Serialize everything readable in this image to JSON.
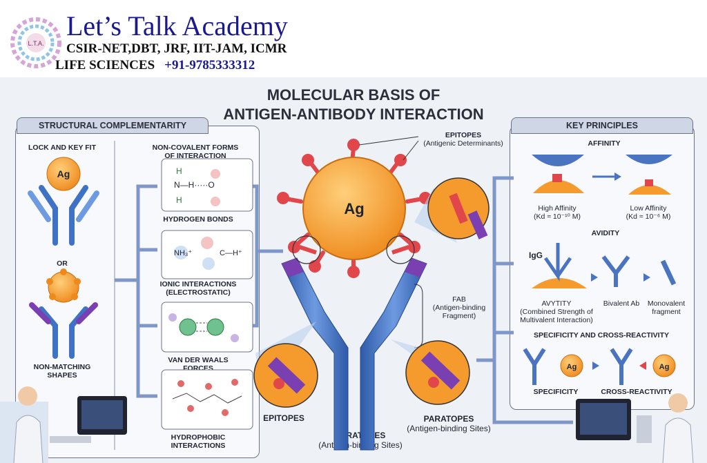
{
  "header": {
    "title": "Let’s Talk Academy",
    "line1": "CSIR-NET,DBT, JRF, IIT-JAM, ICMR",
    "line2": "LIFE SCIENCES",
    "phone": "+91-9785333312",
    "logo_text": "L.T.A."
  },
  "diagram": {
    "title_line1": "MOLECULAR BASIS OF",
    "title_line2": "ANTIGEN-ANTIBODY INTERACTION",
    "structural": {
      "heading": "STRUCTURAL COMPLEMENTARITY",
      "lock_key": "LOCK AND KEY FIT",
      "ag": "Ag",
      "or": "OR",
      "non_matching_1": "NON-MATCHING",
      "non_matching_2": "SHAPES",
      "noncovalent_1": "NON-COVALENT FORMS",
      "noncovalent_2": "OF INTERACTION",
      "hbond": "HYDROGEN BONDS",
      "ionic_1": "IONIC INTERACTIONS",
      "ionic_2": "(ELECTROSTATIC)",
      "vdw": "VAN DER WAALS FORCES",
      "hydrophobic_1": "HYDROPHOBIC",
      "hydrophobic_2": "INTERACTIONS"
    },
    "center": {
      "ag": "Ag",
      "epitopes_1": "EPITOPES",
      "epitopes_2": "(Antigenic Determinants)",
      "fab_1": "FAB",
      "fab_2": "(Antigen-binding",
      "fab_3": "Fragment)",
      "epitopes_bottom": "EPITOPES",
      "paratopes_bottom_1": "PARATOPES",
      "paratopes_bottom_2": "(Antigen-binding Sites)",
      "paratopes_right_1": "PARATOPES",
      "paratopes_right_2": "(Antigen-binding Sites)"
    },
    "principles": {
      "heading": "KEY PRINCIPLES",
      "affinity": "AFFINITY",
      "high_affinity": "High Affinity",
      "high_kd": "(Kd ≈ 10⁻¹⁰ M)",
      "low_affinity": "Low Affinity",
      "low_kd": "(Kd ≈ 10⁻⁶ M)",
      "avidity": "AVIDITY",
      "igg": "IgG",
      "avytity_1": "AVYTITY",
      "avytity_2": "(Combined Strength of",
      "avytity_3": "Multivalent Interaction)",
      "bivalent": "Bivalent Ab",
      "monovalent_1": "Monovalent",
      "monovalent_2": "fragment",
      "specificity_heading": "SPECIFICITY AND CROSS-REACTIVITY",
      "specificity": "SPECIFICITY",
      "cross": "CROSS-REACTIVITY",
      "ag": "Ag"
    },
    "colors": {
      "antigen": "#f59a2c",
      "epitope": "#e0464a",
      "antibody": "#3f72c4",
      "antibody_tip": "#7a3fb0",
      "panel_border": "#6b7288"
    }
  }
}
